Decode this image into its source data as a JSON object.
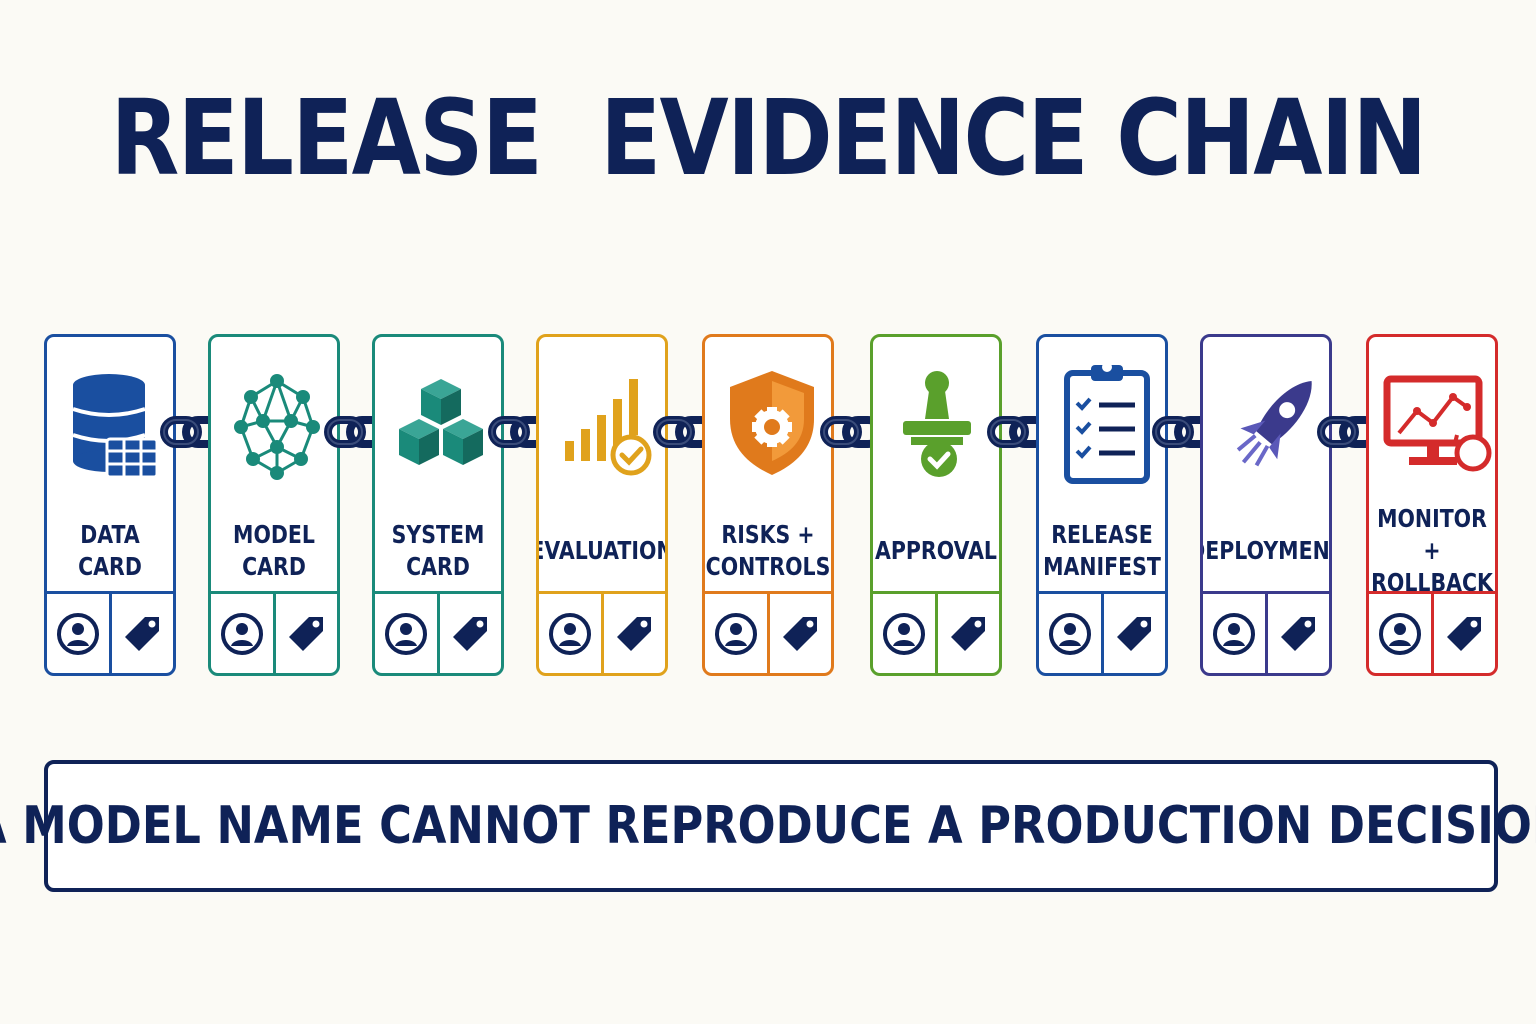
{
  "title": "RELEASE  EVIDENCE CHAIN",
  "stages": [
    {
      "label": "DATA\nCARD",
      "icon": "database-table-icon",
      "color": "#1a4fa0"
    },
    {
      "label": "MODEL\nCARD",
      "icon": "neural-network-icon",
      "color": "#1a8a7a"
    },
    {
      "label": "SYSTEM\nCARD",
      "icon": "cubes-icon",
      "color": "#1a8a7a"
    },
    {
      "label": "EVALUATION",
      "icon": "bar-chart-check-icon",
      "color": "#e0a21c"
    },
    {
      "label": "RISKS +\nCONTROLS",
      "icon": "shield-gear-icon",
      "color": "#e07a1c"
    },
    {
      "label": "APPROVAL",
      "icon": "stamp-check-icon",
      "color": "#5aa02c"
    },
    {
      "label": "RELEASE\nMANIFEST",
      "icon": "clipboard-checklist-icon",
      "color": "#1a4fa0"
    },
    {
      "label": "DEPLOYMENT",
      "icon": "rocket-icon",
      "color": "#3b3a8c"
    },
    {
      "label": "MONITOR +\nROLLBACK",
      "icon": "monitor-chart-rollback-icon",
      "color": "#d42b2b"
    }
  ],
  "footer_icons": [
    "person-icon",
    "tag-icon"
  ],
  "link_icon": "chain-link-icon",
  "banner": "A MODEL NAME CANNOT REPRODUCE A PRODUCTION DECISION"
}
